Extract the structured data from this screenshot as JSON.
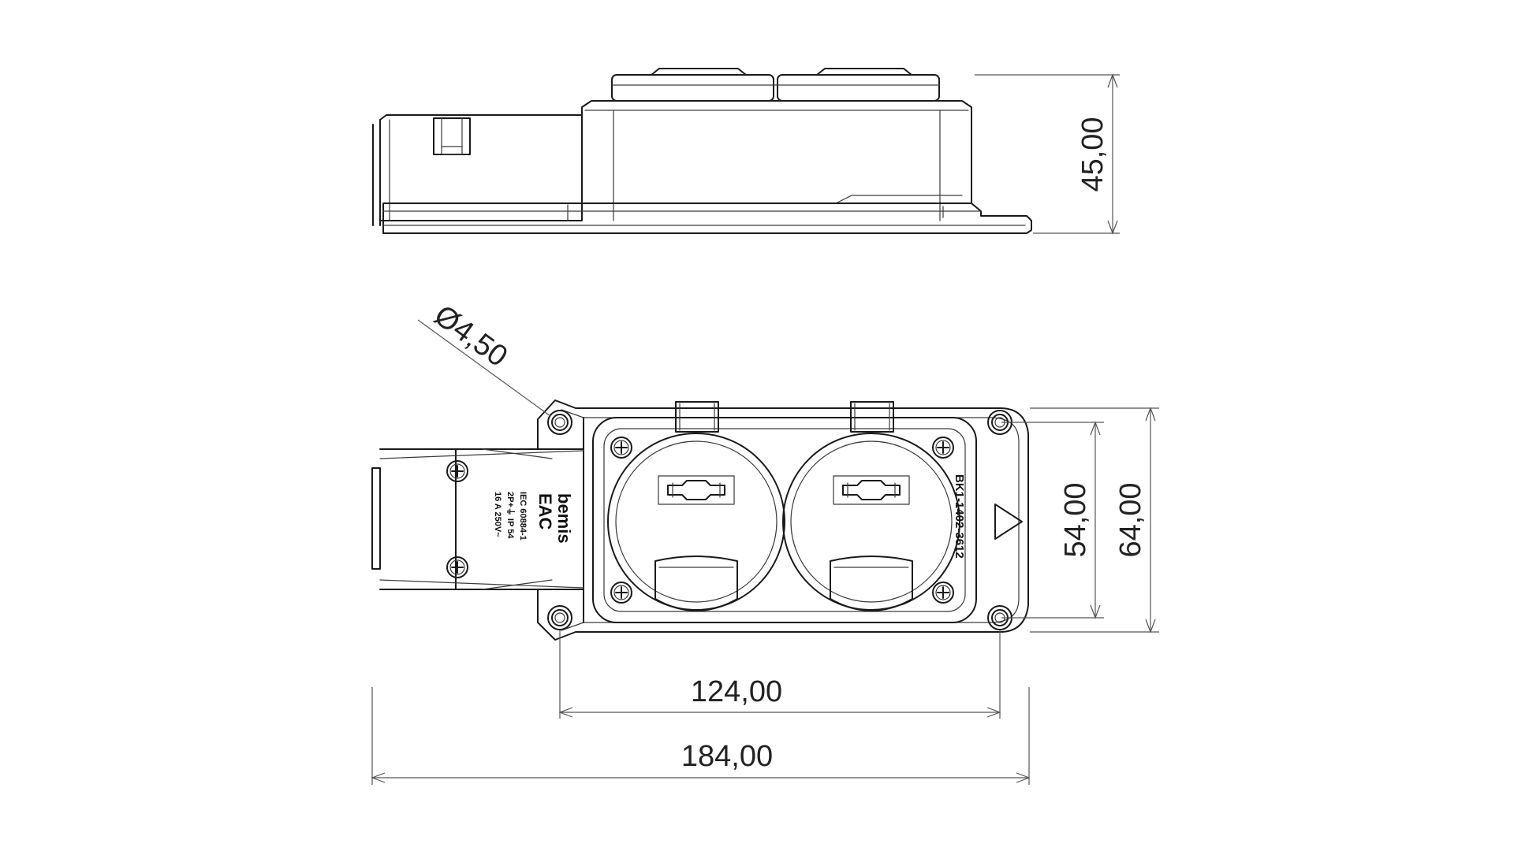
{
  "dimensions": {
    "height": "45,00",
    "hole_diameter": "Ø4,50",
    "inner_height": "54,00",
    "outer_height": "64,00",
    "hole_spacing": "124,00",
    "overall_length": "184,00"
  },
  "labels": {
    "product_code": "BK1-1402-3612",
    "brand": "bemis",
    "standard": "IEC 60884-1",
    "protection": "2P+⏚ IP 54",
    "rating": "16 A 250V~",
    "approval_mark": "EAC"
  },
  "icons": {
    "fixing_screw": "phillips-screw-icon",
    "mounting_hole": "mounting-hole-icon",
    "warning_triangle": "triangle-indicator-icon"
  }
}
